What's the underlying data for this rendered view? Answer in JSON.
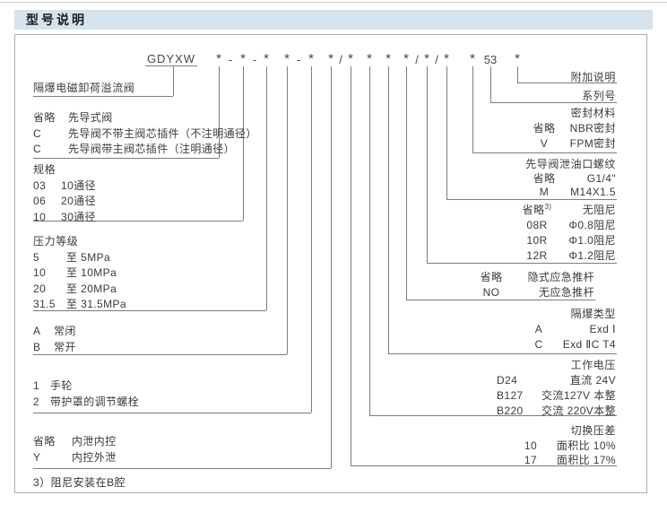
{
  "page": {
    "title": "型号说明",
    "footnote": "3）阻尼安装在B腔"
  },
  "colors": {
    "title_bar_bg": "#d5e3ee",
    "line": "#7d7d7d",
    "text": "#3b3b3b"
  },
  "model_code": {
    "prefix": "GDYXW",
    "text": "GDYXW *-*-* *-* */* * * */*/* * 53 *",
    "symbols": [
      "*",
      "-",
      "*",
      "-",
      "*",
      "*",
      "-",
      "*",
      "*",
      "/",
      "*",
      "*",
      "*",
      "*",
      "/",
      "*",
      "/",
      "*",
      "*",
      "53",
      "*"
    ]
  },
  "left_groups": [
    {
      "name": "valve-name",
      "label": "隔爆电磁卸荷溢流阀"
    },
    {
      "name": "pilot-valve-type",
      "rows": [
        {
          "code": "省略",
          "desc": "先导式阀"
        },
        {
          "code": "C",
          "desc": "先导阀不带主阀芯插件（不注明通径）"
        },
        {
          "code": "C",
          "desc": "先导阀带主阀芯插件（注明通径）"
        }
      ]
    },
    {
      "name": "size",
      "heading": "规格",
      "rows": [
        {
          "code": "03",
          "desc": "10通径"
        },
        {
          "code": "06",
          "desc": "20通径"
        },
        {
          "code": "10",
          "desc": "30通径"
        }
      ]
    },
    {
      "name": "pressure-grade",
      "heading": "压力等级",
      "rows": [
        {
          "code": "5",
          "desc": "至 5MPa"
        },
        {
          "code": "10",
          "desc": "至 10MPa"
        },
        {
          "code": "20",
          "desc": "至 20MPa"
        },
        {
          "code": "31.5",
          "desc": "至 31.5MPa"
        }
      ]
    },
    {
      "name": "normal-state",
      "rows": [
        {
          "code": "A",
          "desc": "常闭"
        },
        {
          "code": "B",
          "desc": "常开"
        }
      ]
    },
    {
      "name": "adjustment",
      "rows": [
        {
          "code": "1",
          "desc": "手轮"
        },
        {
          "code": "2",
          "desc": "带护罩的调节螺栓"
        }
      ]
    },
    {
      "name": "drain-control",
      "rows": [
        {
          "code": "省略",
          "desc": "内泄内控"
        },
        {
          "code": "Y",
          "desc": "内控外泄"
        }
      ]
    }
  ],
  "right_groups": [
    {
      "name": "additional-note",
      "label": "附加说明"
    },
    {
      "name": "series-number",
      "label": "系列号"
    },
    {
      "name": "seal-material",
      "heading": "密封材料",
      "rows": [
        {
          "code": "省略",
          "desc": "NBR密封"
        },
        {
          "code": "V",
          "desc": "FPM密封"
        }
      ]
    },
    {
      "name": "pilot-drain-thread",
      "heading": "先导阀泄油口螺纹",
      "rows": [
        {
          "code": "省略",
          "desc": "G1/4\""
        },
        {
          "code": "M",
          "desc": "M14X1.5"
        }
      ]
    },
    {
      "name": "damping",
      "rows": [
        {
          "code": "省略",
          "sup": "3)",
          "desc": "无阻尼"
        },
        {
          "code": "08R",
          "desc": "Φ0.8阻尼"
        },
        {
          "code": "10R",
          "desc": "Φ1.0阻尼"
        },
        {
          "code": "12R",
          "desc": "Φ1.2阻尼"
        }
      ]
    },
    {
      "name": "emergency-rod",
      "rows": [
        {
          "code": "省略",
          "desc": "隐式应急推杆"
        },
        {
          "code": "NO",
          "desc": "无应急推杆"
        }
      ]
    },
    {
      "name": "exproof-type",
      "heading": "隔爆类型",
      "rows": [
        {
          "code": "A",
          "desc": "Exd Ⅰ"
        },
        {
          "code": "C",
          "desc": "Exd ⅡC T4"
        }
      ]
    },
    {
      "name": "working-voltage",
      "heading": "工作电压",
      "rows": [
        {
          "code": "D24",
          "desc": "直流 24V"
        },
        {
          "code": "B127",
          "desc": "交流127V 本整"
        },
        {
          "code": "B220",
          "desc": "交流 220V本整"
        }
      ]
    },
    {
      "name": "switch-pressure-diff",
      "heading": "切换压差",
      "rows": [
        {
          "code": "10",
          "desc": "面积比 10%"
        },
        {
          "code": "17",
          "desc": "面积比 17%"
        }
      ]
    }
  ]
}
